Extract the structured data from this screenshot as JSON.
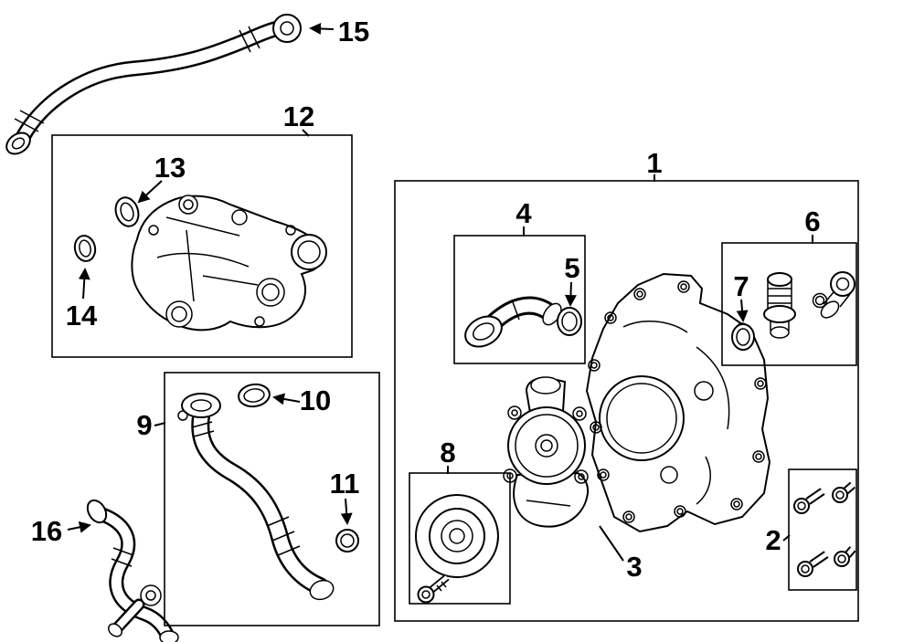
{
  "diagram": {
    "kind": "exploded-parts-line-diagram",
    "background_color": "#ffffff",
    "line_color": "#000000",
    "callouts": [
      {
        "label": "1"
      },
      {
        "label": "2"
      },
      {
        "label": "3"
      },
      {
        "label": "4"
      },
      {
        "label": "5"
      },
      {
        "label": "6"
      },
      {
        "label": "7"
      },
      {
        "label": "8"
      },
      {
        "label": "9"
      },
      {
        "label": "10"
      },
      {
        "label": "11"
      },
      {
        "label": "12"
      },
      {
        "label": "13"
      },
      {
        "label": "14"
      },
      {
        "label": "15"
      },
      {
        "label": "16"
      }
    ]
  }
}
